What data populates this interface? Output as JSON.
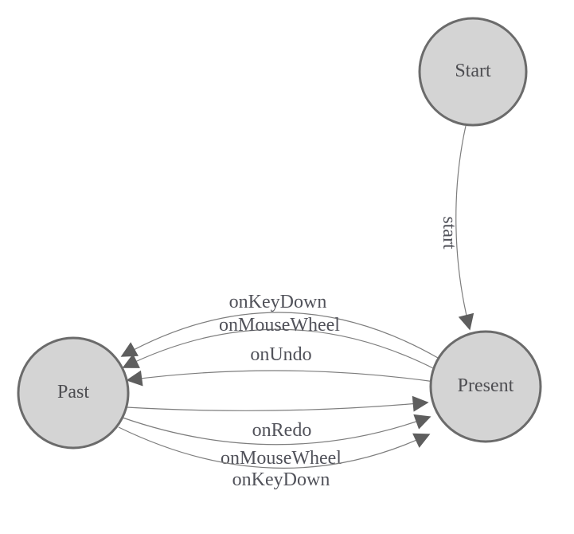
{
  "diagram": {
    "type": "finite-state-machine",
    "background": "#ffffff",
    "colors": {
      "node_fill": "#d4d4d4",
      "node_stroke": "#6b6b6b",
      "edge_stroke": "#7d7d7d",
      "arrow_fill": "#5e5e5e",
      "label_text": "#51525a"
    },
    "nodes": [
      {
        "id": "start",
        "label": "Start"
      },
      {
        "id": "present",
        "label": "Present"
      },
      {
        "id": "past",
        "label": "Past"
      }
    ],
    "edges": [
      {
        "id": "start-to-present",
        "from": "Start",
        "to": "Present",
        "label": "start"
      },
      {
        "id": "present-to-past-keydown",
        "from": "Present",
        "to": "Past",
        "label": "onKeyDown"
      },
      {
        "id": "present-to-past-wheel",
        "from": "Present",
        "to": "Past",
        "label": "onMouseWheel"
      },
      {
        "id": "present-to-past-undo",
        "from": "Present",
        "to": "Past",
        "label": "onUndo"
      },
      {
        "id": "past-to-present-redo",
        "from": "Past",
        "to": "Present",
        "label": "onRedo"
      },
      {
        "id": "past-to-present-wheel",
        "from": "Past",
        "to": "Present",
        "label": "onMouseWheel"
      },
      {
        "id": "past-to-present-keydown",
        "from": "Past",
        "to": "Present",
        "label": "onKeyDown"
      }
    ]
  }
}
